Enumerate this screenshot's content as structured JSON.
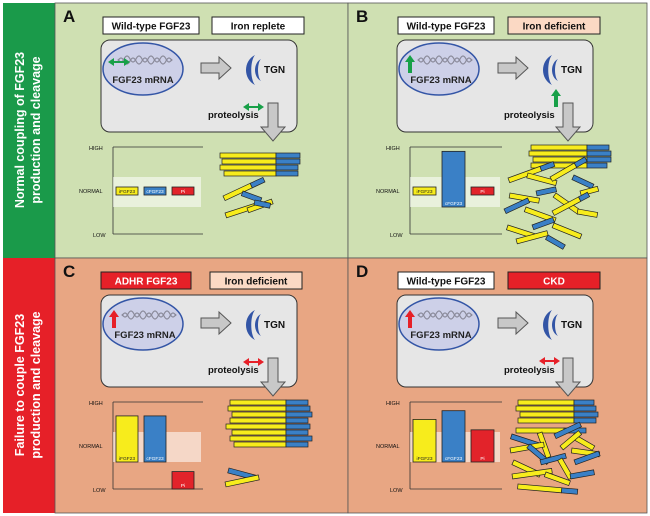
{
  "row_labels": {
    "top_line1": "Normal coupling of FGF23",
    "top_line2": "production and cleavage",
    "bottom_line1": "Failure to couple FGF23",
    "bottom_line2": "production and cleavage"
  },
  "colors": {
    "green_band": "#1a9a4a",
    "red_band": "#e62028",
    "panel_green": "#cfe0b2",
    "panel_salmon": "#e8a683",
    "cell_grey": "#e6e6e6",
    "nucleus": "#cdd0e8",
    "tgn_blue": "#3355a6",
    "ifgf23_yellow": "#f7ec1c",
    "cfgf23_blue": "#3a80c6",
    "pi_red": "#e2232a"
  },
  "panels": [
    {
      "letter": "A",
      "genotype": "Wild-type FGF23",
      "condition": "Iron replete",
      "mrna_label": "FGF23 mRNA",
      "tgn_label": "TGN",
      "proteolysis_label": "proteolysis",
      "levels": {
        "high": "HIGH",
        "normal": "NORMAL",
        "low": "LOW"
      },
      "bars": [
        {
          "label": "iFGF23",
          "value": 0.5,
          "color": "#f7ec1c"
        },
        {
          "label": "cFGF23",
          "value": 0.5,
          "color": "#3a80c6"
        },
        {
          "label": "Pi",
          "value": 0.5,
          "color": "#e2232a"
        }
      ]
    },
    {
      "letter": "B",
      "genotype": "Wild-type FGF23",
      "condition": "Iron deficient",
      "mrna_label": "FGF23 mRNA",
      "tgn_label": "TGN",
      "proteolysis_label": "proteolysis",
      "levels": {
        "high": "HIGH",
        "normal": "NORMAL",
        "low": "LOW"
      },
      "bars": [
        {
          "label": "iFGF23",
          "value": 0.5,
          "color": "#f7ec1c"
        },
        {
          "label": "cFGF23",
          "value": 0.95,
          "color": "#3a80c6"
        },
        {
          "label": "Pi",
          "value": 0.5,
          "color": "#e2232a"
        }
      ]
    },
    {
      "letter": "C",
      "genotype": "ADHR FGF23",
      "condition": "Iron deficient",
      "mrna_label": "FGF23 mRNA",
      "tgn_label": "TGN",
      "proteolysis_label": "proteolysis",
      "levels": {
        "high": "HIGH",
        "normal": "NORMAL",
        "low": "LOW"
      },
      "bars": [
        {
          "label": "iFGF23",
          "value": 0.84,
          "color": "#f7ec1c"
        },
        {
          "label": "cFGF23",
          "value": 0.84,
          "color": "#3a80c6"
        },
        {
          "label": "Pi",
          "value": 0.2,
          "color": "#e2232a"
        }
      ]
    },
    {
      "letter": "D",
      "genotype": "Wild-type FGF23",
      "condition": "CKD",
      "mrna_label": "FGF23 mRNA",
      "tgn_label": "TGN",
      "proteolysis_label": "proteolysis",
      "levels": {
        "high": "HIGH",
        "normal": "NORMAL",
        "low": "LOW"
      },
      "bars": [
        {
          "label": "iFGF23",
          "value": 0.8,
          "color": "#f7ec1c"
        },
        {
          "label": "cFGF23",
          "value": 0.9,
          "color": "#3a80c6"
        },
        {
          "label": "Pi",
          "value": 0.68,
          "color": "#e2232a"
        }
      ]
    }
  ]
}
